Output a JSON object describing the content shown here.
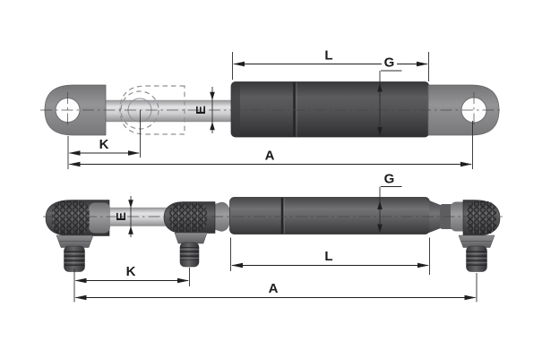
{
  "diagram": {
    "description": "Gas spring dimensional drawing with two end-fitting variants",
    "views": {
      "top": {
        "labels": {
          "stroke": "L",
          "body_diameter": "G",
          "rod_diameter": "E",
          "mount_distance": "K",
          "extended_length": "A"
        }
      },
      "bottom": {
        "labels": {
          "stroke": "L",
          "body_diameter": "G",
          "rod_diameter": "E",
          "mount_distance": "K",
          "extended_length": "A"
        }
      }
    },
    "colors": {
      "background": "#ffffff",
      "cylinder": "#4c4c4e",
      "rod": "#d4d4d6",
      "eyelet": "#8c8c8e",
      "dimension_lines": "#1f1f21"
    }
  }
}
